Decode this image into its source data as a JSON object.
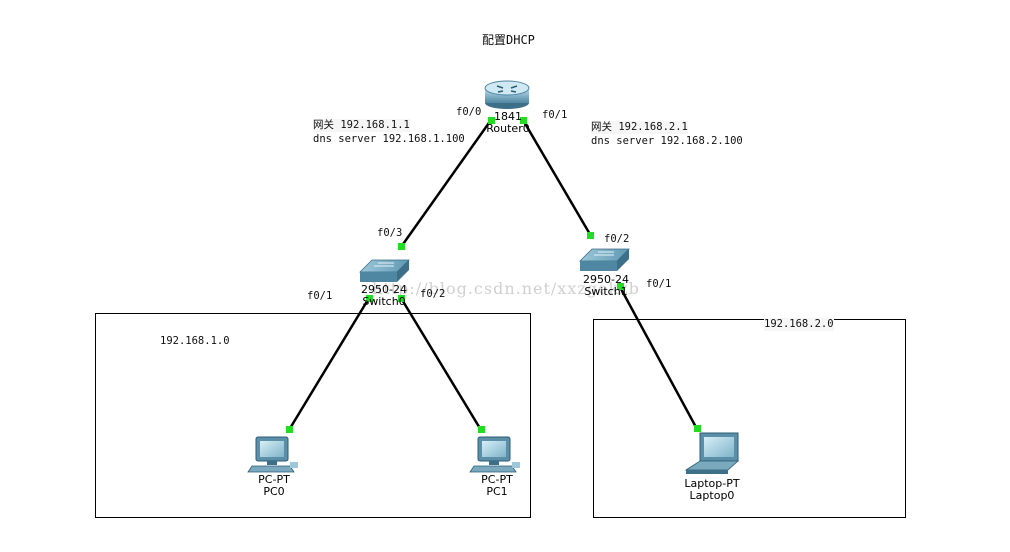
{
  "title": "配置DHCP",
  "watermark": "http://blog.csdn.net/xxzgekzb",
  "gateway_left": {
    "line1": "网关 192.168.1.1",
    "line2": "dns server 192.168.1.100"
  },
  "gateway_right": {
    "line1": "网关 192.168.2.1",
    "line2": "dns server 192.168.2.100"
  },
  "devices": {
    "router": {
      "model": "1841",
      "name": "Router0"
    },
    "switch0": {
      "model": "2950-24",
      "name": "Switch0"
    },
    "switch1": {
      "model": "2950-24",
      "name": "Switch1"
    },
    "pc0": {
      "model": "PC-PT",
      "name": "PC0"
    },
    "pc1": {
      "model": "PC-PT",
      "name": "PC1"
    },
    "laptop0": {
      "model": "Laptop-PT",
      "name": "Laptop0"
    }
  },
  "ports": {
    "router_left": "f0/0",
    "router_right": "f0/1",
    "switch0_up": "f0/3",
    "switch0_left": "f0/1",
    "switch0_right": "f0/2",
    "switch1_up": "f0/2",
    "switch1_down": "f0/1"
  },
  "subnets": {
    "left": "192.168.1.0",
    "right": "192.168.2.0"
  },
  "colors": {
    "link": "#000000",
    "port_up": "#22dd22",
    "device_blue": "#5b8fa8"
  }
}
